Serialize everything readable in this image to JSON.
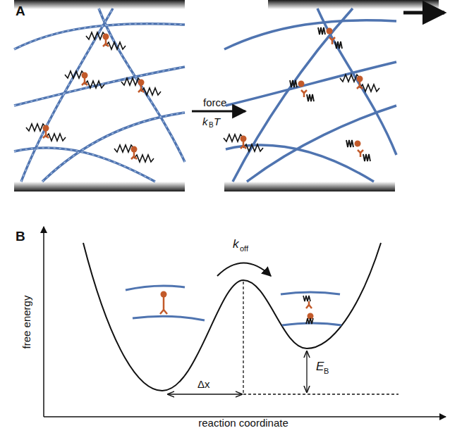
{
  "diagram": {
    "labels": [
      "A",
      "force",
      "k",
      "B",
      "T",
      "B",
      "free energy",
      "reaction coordinate",
      "k",
      "off",
      "Δx",
      "E",
      "B"
    ]
  }
}
